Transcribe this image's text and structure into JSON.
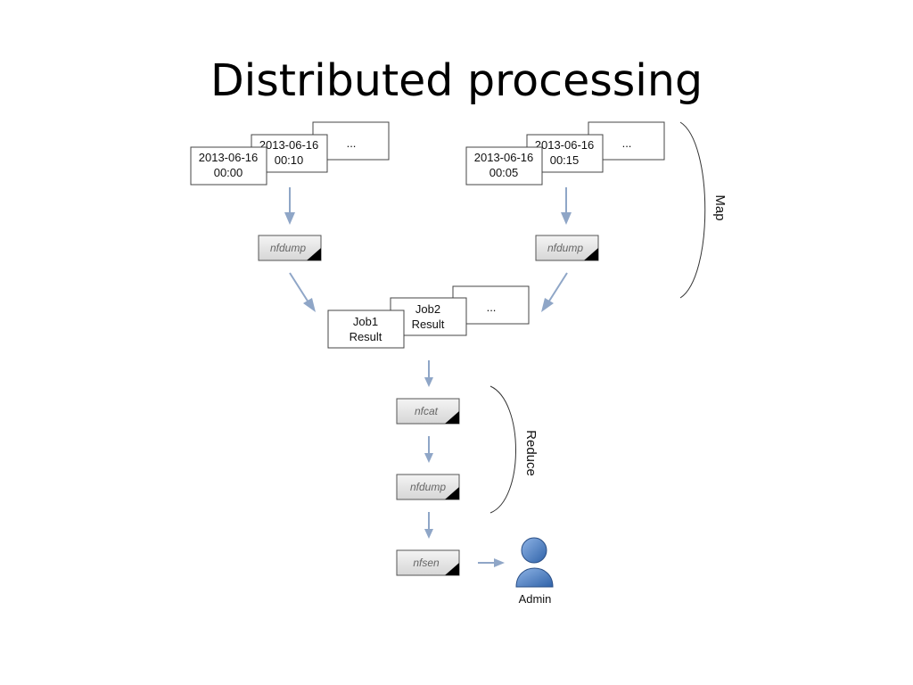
{
  "slide": {
    "title": "Distributed processing"
  },
  "left_input": {
    "file1_line1": "2013-06-16",
    "file1_line2": "00:00",
    "file2_line1": "2013-06-16",
    "file2_line2": "00:10",
    "more": "..."
  },
  "right_input": {
    "file1_line1": "2013-06-16",
    "file1_line2": "00:05",
    "file2_line1": "2013-06-16",
    "file2_line2": "00:15",
    "more": "..."
  },
  "map_tools": {
    "left": "nfdump",
    "right": "nfdump"
  },
  "job_results": {
    "job1_line1": "Job1",
    "job1_line2": "Result",
    "job2_line1": "Job2",
    "job2_line2": "Result",
    "more": "..."
  },
  "reduce_tools": {
    "step1": "nfcat",
    "step2": "nfdump",
    "step3": "nfsen"
  },
  "labels": {
    "map": "Map",
    "reduce": "Reduce",
    "admin": "Admin"
  },
  "colors": {
    "arrow": "#8fa6c7",
    "admin_icon": "#4d7fc0"
  }
}
